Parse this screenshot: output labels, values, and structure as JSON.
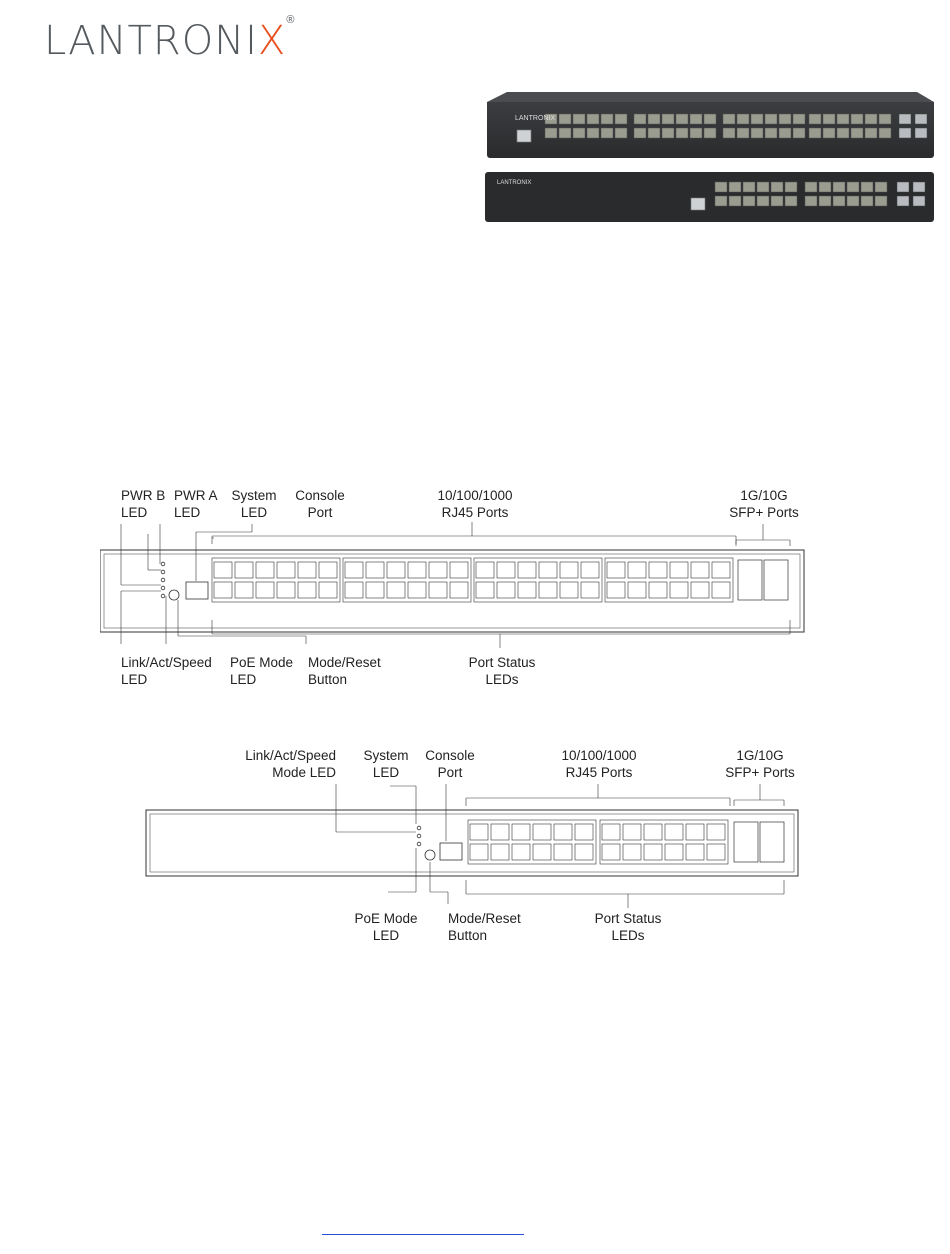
{
  "logo": {
    "text_main": "LANTRONI",
    "text_x": "X",
    "reg_mark": "®"
  },
  "photos": {
    "top_brand": "LANTRONIX",
    "bottom_brand": "LANTRONIX"
  },
  "diagram_48": {
    "callouts_top": {
      "pwr_b": "PWR B\nLED",
      "pwr_a": "PWR A\nLED",
      "system": "System\nLED",
      "console": "Console\nPort",
      "rj45": "10/100/1000\nRJ45 Ports",
      "sfp": "1G/10G\nSFP+ Ports"
    },
    "callouts_bottom": {
      "link": "Link/Act/Speed\nLED",
      "poe": "PoE Mode\nLED",
      "mode_reset": "Mode/Reset\nButton",
      "port_status": "Port Status\nLEDs"
    }
  },
  "diagram_24": {
    "callouts_top": {
      "link": "Link/Act/Speed\nMode LED",
      "system": "System\nLED",
      "console": "Console\nPort",
      "rj45": "10/100/1000\nRJ45 Ports",
      "sfp": "1G/10G\nSFP+ Ports"
    },
    "callouts_bottom": {
      "poe": "PoE Mode\nLED",
      "mode_reset": "Mode/Reset\nButton",
      "port_status": "Port Status\nLEDs"
    }
  },
  "colors": {
    "brand_orange": "#e8501e",
    "brand_gray": "#555a5e",
    "link_blue": "#2a4fd8"
  }
}
